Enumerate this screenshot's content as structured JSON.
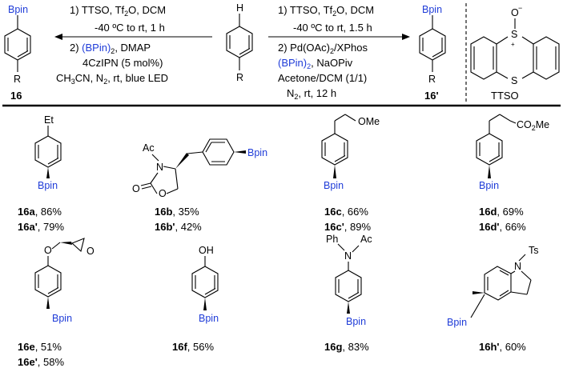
{
  "scheme": {
    "left_conditions": {
      "line1": "1) TTSO, Tf",
      "line1_sub": "2",
      "line1_end": "O, DCM",
      "line2": "-40 ºC to rt, 1 h",
      "line3_pre": "2) ",
      "line3_blue": "(BPin)",
      "line3_sub": "2",
      "line3_end": ", DMAP",
      "line4": "4CzIPN (5 mol%)",
      "line5_pre": "CH",
      "line5_sub1": "3",
      "line5_mid": "CN, N",
      "line5_sub2": "2",
      "line5_end": ", rt, blue LED"
    },
    "right_conditions": {
      "line1": "1) TTSO, Tf",
      "line1_sub": "2",
      "line1_end": "O, DCM",
      "line2": "-40 ºC to rt, 1.5 h",
      "line3": "2) Pd(OAc)",
      "line3_sub": "2",
      "line3_end": "/XPhos",
      "line4_blue": "(BPin)",
      "line4_sub": "2",
      "line4_end": ", NaOPiv",
      "line5": "Acetone/DCM (1/1)",
      "line6_pre": "N",
      "line6_sub": "2",
      "line6_end": ", rt, 12 h"
    },
    "product_left_label": "16",
    "product_right_label": "16'",
    "reagent_name": "TTSO",
    "atoms": {
      "bpin": "Bpin",
      "h": "H",
      "r": "R",
      "s": "S",
      "o": "O",
      "minus": "−",
      "plus": "+"
    }
  },
  "compounds": {
    "a": {
      "substituent": "Et",
      "label1": "16a",
      "yield1": ", 86%",
      "label2": "16a'",
      "yield2": ", 79%"
    },
    "b": {
      "ac": "Ac",
      "n": "N",
      "o1": "O",
      "o2": "O",
      "label1": "16b",
      "yield1": ", 35%",
      "label2": "16b'",
      "yield2": ", 42%"
    },
    "c": {
      "substituent": "OMe",
      "label1": "16c",
      "yield1": ", 66%",
      "label2": "16c'",
      "yield2": ", 89%"
    },
    "d": {
      "substituent": "CO",
      "substituent_sub": "2",
      "substituent_end": "Me",
      "label1": "16d",
      "yield1": ", 69%",
      "label2": "16d'",
      "yield2": ", 66%"
    },
    "e": {
      "o1": "O",
      "o2": "O",
      "label1": "16e",
      "yield1": ", 51%",
      "label2": "16e'",
      "yield2": ", 58%"
    },
    "f": {
      "oh": "OH",
      "label1": "16f",
      "yield1": ", 56%"
    },
    "g": {
      "ph": "Ph",
      "n": "N",
      "ac": "Ac",
      "label1": "16g",
      "yield1": ", 83%"
    },
    "h": {
      "ts": "Ts",
      "n": "N",
      "label1": "16h'",
      "yield1": ", 60%"
    }
  },
  "colors": {
    "bpin_blue": "#1f3cd8",
    "ink": "#000000"
  }
}
